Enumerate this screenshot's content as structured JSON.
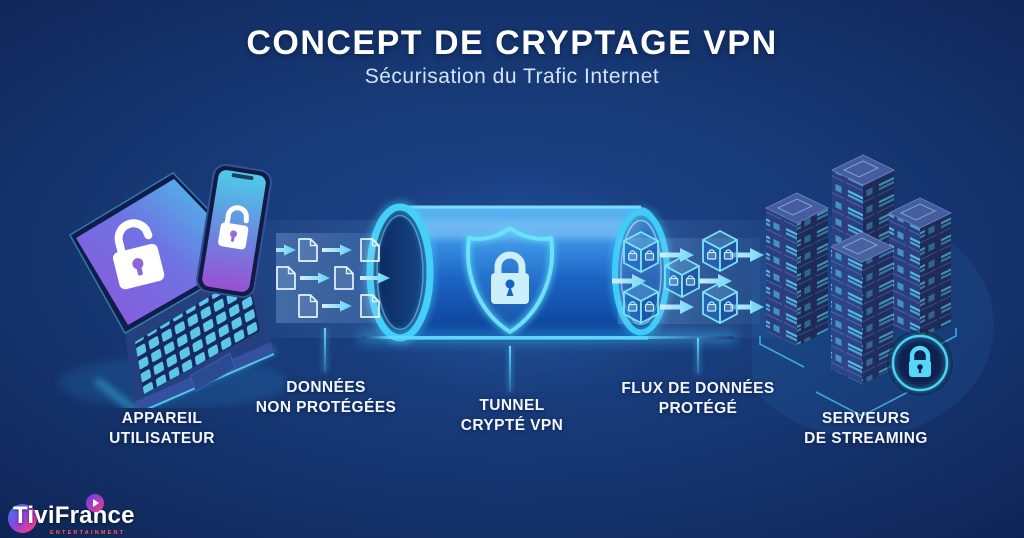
{
  "header": {
    "title": "CONCEPT DE CRYPTAGE VPN",
    "subtitle": "Sécurisation du Trafic Internet"
  },
  "labels": {
    "device": {
      "line1": "APPAREIL",
      "line2": "UTILISATEUR"
    },
    "unprotected": {
      "line1": "DONNÉES",
      "line2": "NON PROTÉGÉES"
    },
    "tunnel": {
      "line1": "TUNNEL",
      "line2": "CRYPTÉ VPN"
    },
    "protected_flow": {
      "line1": "FLUX DE DONNÉES",
      "line2": "PROTÉGÉ"
    },
    "servers": {
      "line1": "SERVEURS",
      "line2": "DE STREAMING"
    }
  },
  "logo": {
    "brand": "TiviFrance",
    "tagline": "ENTERTAINMENT"
  },
  "icons": {
    "laptop": "laptop-icon",
    "smartphone": "smartphone-icon",
    "open_padlock": "unlocked-icon",
    "closed_padlock": "locked-icon",
    "shield_lock": "shield-lock-icon",
    "document": "document-icon",
    "arrow_right": "arrow-right-icon",
    "encrypted_cube": "encrypted-data-cube-icon",
    "server_rack": "server-rack-icon",
    "lock_badge": "security-lock-badge",
    "play_button": "play-icon"
  },
  "colors": {
    "background_center": "#1d448a",
    "background_edge": "#060e2e",
    "accent_cyan": "#3fd0f8",
    "tunnel_blue": "#1b63c2",
    "screen_purple": "#8f55dc",
    "screen_cyan": "#43d4ec",
    "label_text": "#f3f7fd",
    "tagline_red": "#ff5b5b"
  }
}
